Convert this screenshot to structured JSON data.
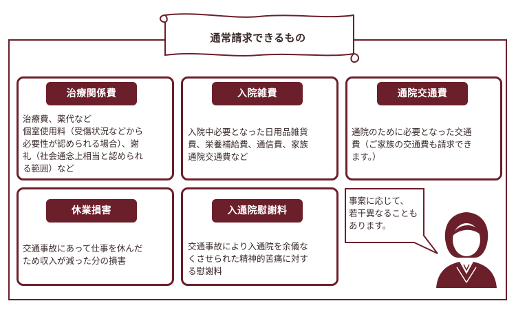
{
  "banner": {
    "title": "通常請求できるもの"
  },
  "cards": [
    {
      "title": "治療関係費",
      "body": "治療費、薬代など\n個室使用料（受傷状況などから\n必要性が認められる場合）、謝\n礼（社会通念上相当と認められ\nる範囲）など"
    },
    {
      "title": "入院雑費",
      "body": "入院中必要となった日用品雑貨\n費、栄養補給費、通信費、家族\n通院交通費など"
    },
    {
      "title": "通院交通費",
      "body": "通院のために必要となった交通\n費（ご家族の交通費も請求でき\nます。）"
    },
    {
      "title": "休業損害",
      "body": "交通事故にあって仕事を休んだ\nため収入が減った分の損害"
    },
    {
      "title": "入通院慰謝料",
      "body": "交通事故により入通院を余儀な\nくさせられた精神的苦痛に対す\nる慰謝料"
    }
  ],
  "speech": {
    "text": "事案に応じて、\n若干異なることも\nあります。"
  },
  "colors": {
    "accent": "#6b1f2a",
    "text": "#3a2a2a",
    "background": "#ffffff"
  },
  "icons": {
    "scroll": "scroll-banner-icon",
    "person": "woman-avatar-icon"
  }
}
